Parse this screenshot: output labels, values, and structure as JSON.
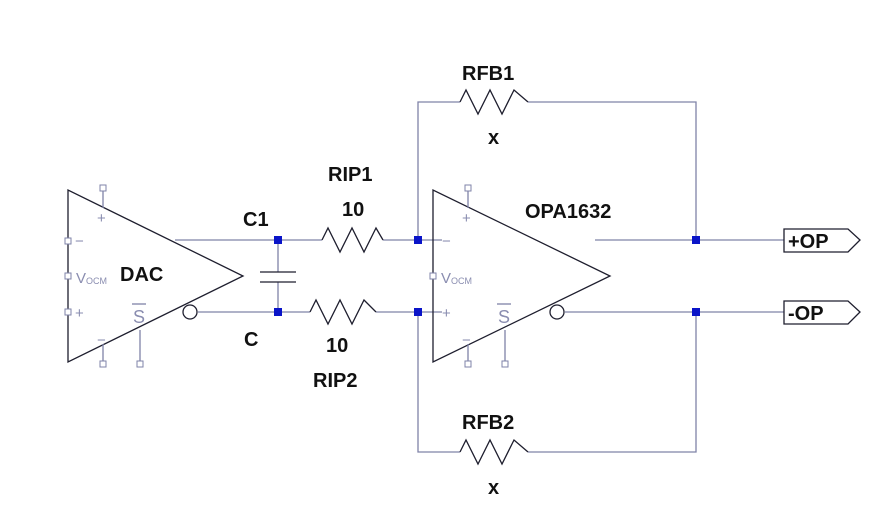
{
  "components": {
    "dac": {
      "name": "DAC",
      "vocm": "V",
      "vocm_sub": "OCM",
      "sd": "S",
      "minus": "−",
      "plus": "+"
    },
    "opamp": {
      "name": "OPA1632",
      "vocm": "V",
      "vocm_sub": "OCM",
      "sd": "S",
      "minus": "−",
      "plus": "+"
    },
    "c1": {
      "name": "C1"
    },
    "c": {
      "name": "C"
    },
    "rip1": {
      "name": "RIP1",
      "value": "10"
    },
    "rip2": {
      "name": "RIP2",
      "value": "10"
    },
    "rfb1": {
      "name": "RFB1",
      "value": "x"
    },
    "rfb2": {
      "name": "RFB2",
      "value": "x"
    }
  },
  "ports": {
    "pos": "+OP",
    "neg": "-OP"
  }
}
